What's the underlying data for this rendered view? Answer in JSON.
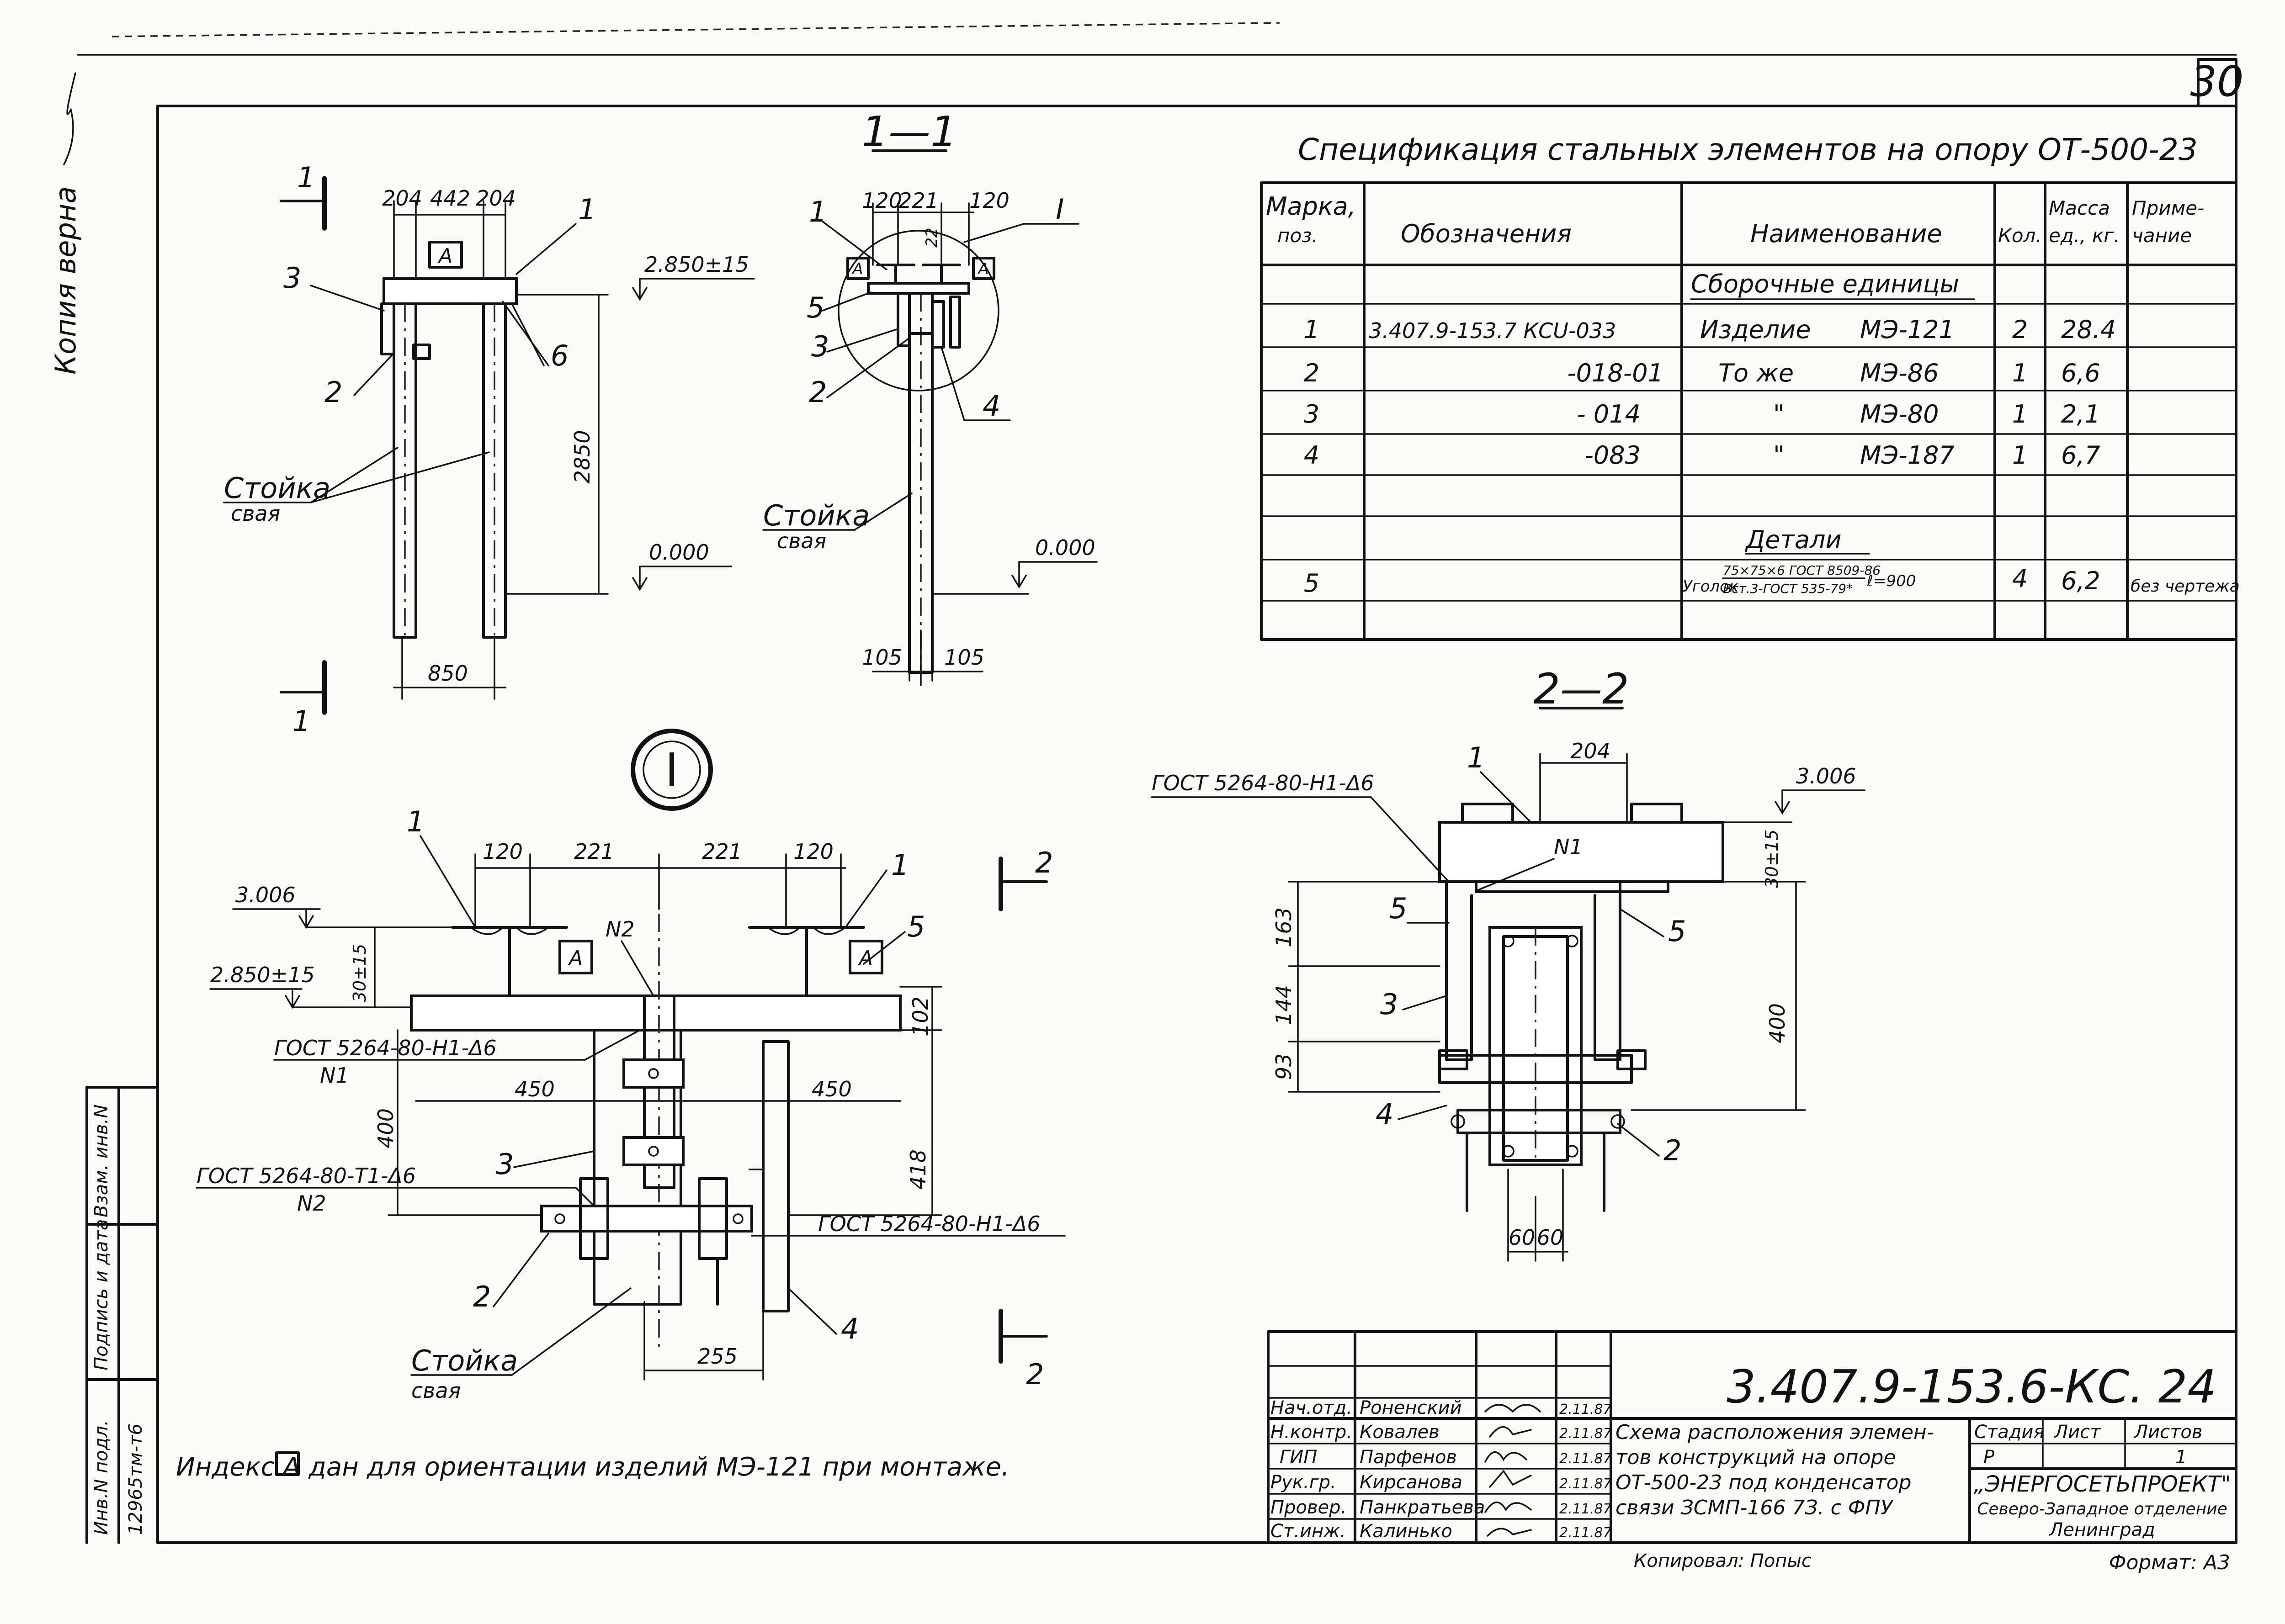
{
  "sheet_number": "30",
  "side_margin": {
    "copy_verified": "Копия верна",
    "stamp_cells": [
      "Инв.N подл.",
      "Подпись и дата",
      "Взам. инв.N"
    ],
    "inventory_number": "12965тм-т6"
  },
  "views": {
    "section_1_1": "1—1",
    "section_2_2": "2—2",
    "node_I": "I",
    "cut_mark_1": "1",
    "cut_mark_2": "2"
  },
  "view_main": {
    "dims": [
      "204",
      "442",
      "204",
      "2850",
      "850"
    ],
    "elevations": [
      "2.850±15",
      "0.000"
    ],
    "positions": [
      "1",
      "3",
      "2",
      "6"
    ],
    "label_stoyka": "Стойка",
    "label_svaya": "свая",
    "index_A": "А"
  },
  "view_1_1": {
    "dims": [
      "120",
      "221",
      "120",
      "22",
      "105",
      "105"
    ],
    "elevation": "0.000",
    "positions": [
      "1",
      "5",
      "3",
      "2",
      "4"
    ],
    "node_ref": "I",
    "label_stoyka": "Стойка",
    "label_svaya": "свая"
  },
  "node_view": {
    "dims": [
      "120",
      "221",
      "221",
      "120",
      "30±15",
      "102",
      "400",
      "418",
      "450",
      "450",
      "255"
    ],
    "elevations": [
      "3.006",
      "2.850±15"
    ],
    "positions": [
      "1",
      "1",
      "5",
      "3",
      "2",
      "4"
    ],
    "welds": [
      "ГОСТ 5264-80-Н1-Δ6",
      "N1",
      "ГОСТ 5264-80-Т1-Δ6",
      "N2",
      "N2",
      "ГОСТ 5264-80-Н1-Δ6"
    ],
    "label_stoyka": "Стойка",
    "label_svaya": "свая"
  },
  "view_2_2": {
    "dims": [
      "204",
      "30±15",
      "163",
      "144",
      "93",
      "400",
      "60",
      "60"
    ],
    "elevation": "3.006",
    "weld": "ГОСТ 5264-80-Н1-Δ6",
    "weld_n": "N1",
    "positions": [
      "1",
      "5",
      "5",
      "3",
      "4",
      "2"
    ]
  },
  "spec": {
    "title": "Спецификация стальных элементов на опору ОТ-500-23",
    "headers": [
      "Марка, поз.",
      "Обозначения",
      "Наименование",
      "Кол.",
      "Масса ед., кг.",
      "Приме- чание"
    ],
    "section_assembly": "Сборочные единицы",
    "section_details": "Детали",
    "rows": [
      {
        "pos": "1",
        "code": "3.407.9-153.7 КСU-033",
        "name": "Изделие",
        "mark": "МЭ-121",
        "qty": "2",
        "mass": "28.4",
        "note": ""
      },
      {
        "pos": "2",
        "code": "-018-01",
        "name": "То же",
        "mark": "МЭ-86",
        "qty": "1",
        "mass": "6,6",
        "note": ""
      },
      {
        "pos": "3",
        "code": "- 014",
        "name": "\"",
        "mark": "МЭ-80",
        "qty": "1",
        "mass": "2,1",
        "note": ""
      },
      {
        "pos": "4",
        "code": "-083",
        "name": "\"",
        "mark": "МЭ-187",
        "qty": "1",
        "mass": "6,7",
        "note": ""
      }
    ],
    "detail_row": {
      "pos": "5",
      "name": "Уголок",
      "spec_top": "75×75×6 ГОСТ 8509-86",
      "spec_bottom": "Вст.3-ГОСТ 535-79*",
      "length": "ℓ=900",
      "qty": "4",
      "mass": "6,2",
      "note": "без чертежа"
    }
  },
  "note": "Индекс А дан для ориентации изделий МЭ-121 при монтаже.",
  "title_block": {
    "doc_code": "3.407.9-153.6-КС. 24",
    "roles": [
      "Нач.отд.",
      "Н.контр.",
      "ГИП",
      "Рук.гр.",
      "Провер.",
      "Ст.инж."
    ],
    "names": [
      "Роненский",
      "Ковалев",
      "Парфенов",
      "Кирсанова",
      "Панкратьева",
      "Калинько"
    ],
    "dates": [
      "2.11.87",
      "2.11.87",
      "2.11.87",
      "2.11.87",
      "2.11.87",
      "2.11.87"
    ],
    "description_lines": [
      "Схема расположения элемен-",
      "тов конструкций на опоре",
      "ОТ-500-23 под конденсатор",
      "связи ЗСМП-166 7З. с ФПУ"
    ],
    "stage_label": "Стадия",
    "sheet_label": "Лист",
    "sheets_label": "Листов",
    "stage": "Р",
    "sheets": "1",
    "org_lines": [
      "„ЭНЕРГОСЕТЬПРОЕКТ\"",
      "Северо-Западное отделение",
      "Ленинград"
    ]
  },
  "copied_by": "Копировал: Попыс",
  "format": "Формат: А3"
}
